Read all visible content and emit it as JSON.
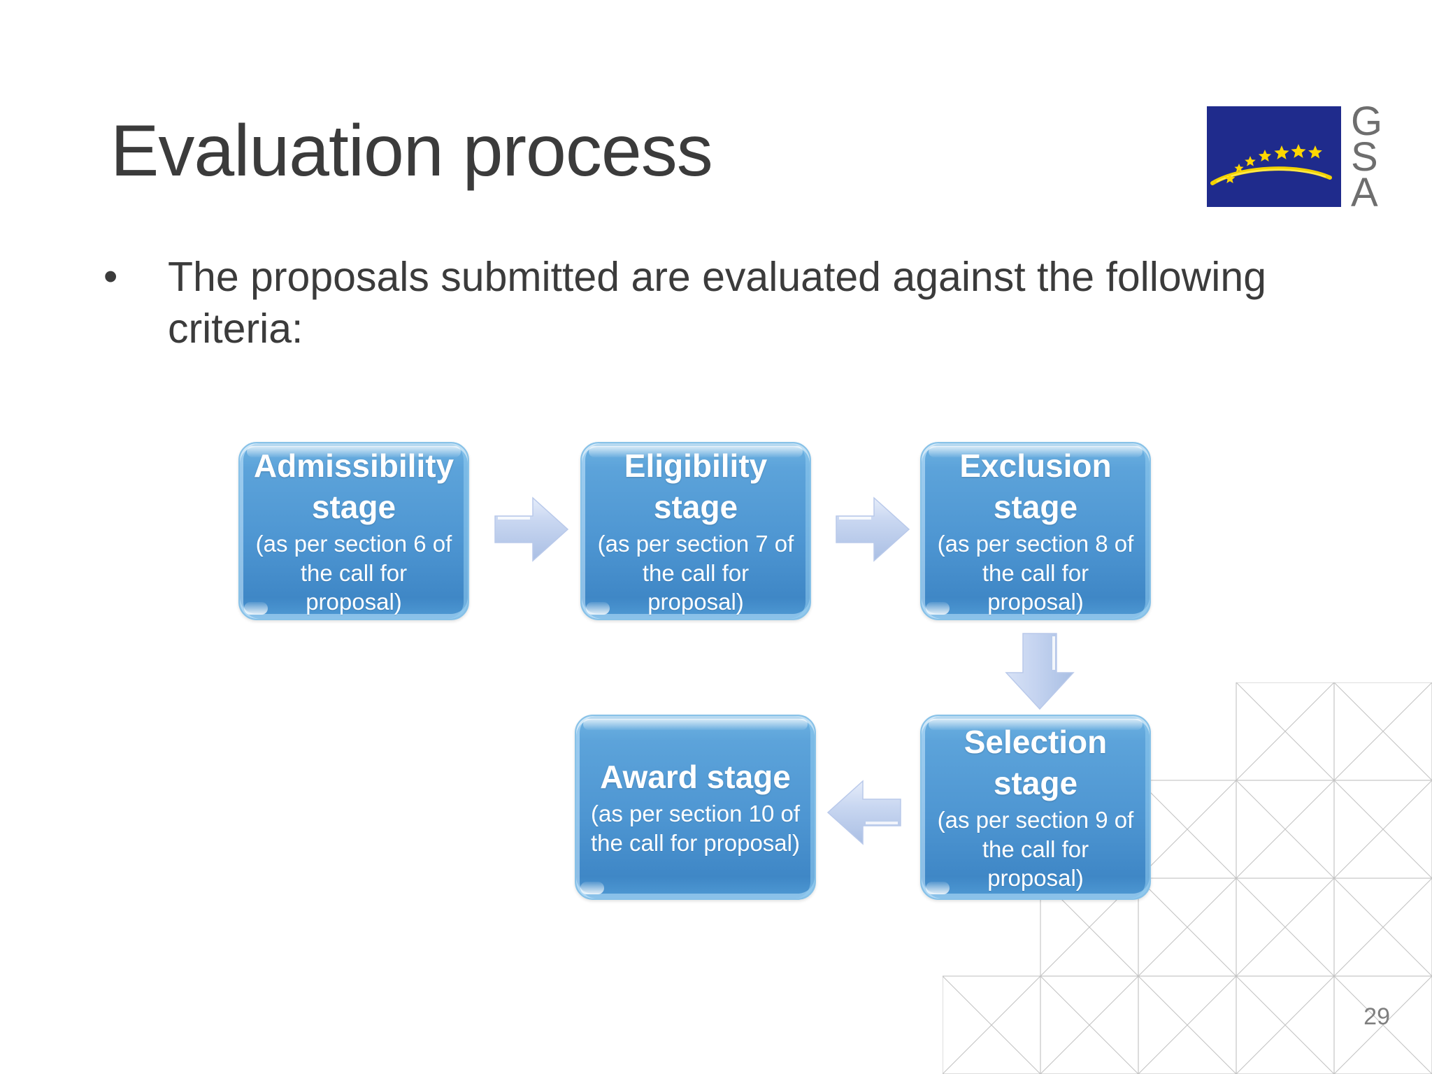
{
  "slide": {
    "title": "Evaluation process",
    "page_number": "29",
    "background_color": "#ffffff",
    "title_color": "#3b3b3b"
  },
  "logo": {
    "name": "eu-gsa-logo",
    "flag_color": "#1f2b8c",
    "star_color": "#ffd700",
    "letters": [
      "G",
      "S",
      "A"
    ],
    "letters_color": "#6e6e6e"
  },
  "bullet": {
    "marker": "•",
    "text": "The proposals submitted are evaluated against the following criteria:"
  },
  "diagram": {
    "type": "flowchart",
    "node_fill": "#4e96d2",
    "node_edge": "#88c2e8",
    "arrow_fill": "#c3d3ef",
    "nodes": [
      {
        "id": "admissibility",
        "title": "Admissibility stage",
        "subtitle": "(as per section 6 of the call for proposal)",
        "section": "6"
      },
      {
        "id": "eligibility",
        "title": "Eligibility stage",
        "subtitle": "(as per section 7 of the call for proposal)",
        "section": "7"
      },
      {
        "id": "exclusion",
        "title": "Exclusion stage",
        "subtitle": "(as per section 8 of the call for proposal)",
        "section": "8"
      },
      {
        "id": "selection",
        "title": "Selection stage",
        "subtitle": "(as per section 9 of the call for proposal)",
        "section": "9"
      },
      {
        "id": "award",
        "title": "Award stage",
        "subtitle": "(as per section 10 of the call for proposal)",
        "section": "10"
      }
    ],
    "connections": [
      {
        "from": "admissibility",
        "to": "eligibility",
        "direction": "right"
      },
      {
        "from": "eligibility",
        "to": "exclusion",
        "direction": "right"
      },
      {
        "from": "exclusion",
        "to": "selection",
        "direction": "down"
      },
      {
        "from": "selection",
        "to": "award",
        "direction": "left"
      }
    ]
  }
}
